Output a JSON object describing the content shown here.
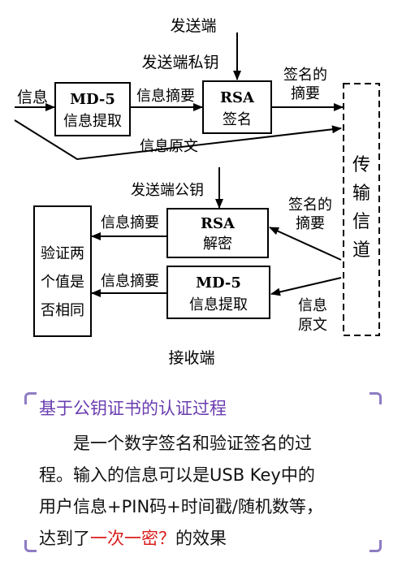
{
  "diagram": {
    "sender_label": "发送端",
    "sender_private_key_label": "发送端私钥",
    "input_label": "信息",
    "md5_top": {
      "line1": "MD-5",
      "line2": "信息提取"
    },
    "digest_label_top": "信息摘要",
    "rsa_sign": {
      "line1": "RSA",
      "line2": "签名"
    },
    "signed_digest_label": {
      "line1": "签名的",
      "line2": "摘要"
    },
    "original_label_top": "信息原文",
    "channel": {
      "chars": [
        "传",
        "输",
        "信",
        "道"
      ]
    },
    "sender_public_key_label": "发送端公钥",
    "rsa_decrypt": {
      "line1": "RSA",
      "line2": "解密"
    },
    "signed_digest_label_right": {
      "line1": "签名的",
      "line2": "摘要"
    },
    "digest_label_mid": "信息摘要",
    "verify_box": {
      "line1": "验证两",
      "line2": "个值是",
      "line3": "否相同"
    },
    "md5_bottom": {
      "line1": "MD-5",
      "line2": "信息提取"
    },
    "digest_label_bottom": "信息摘要",
    "original_label_right": {
      "line1": "信息",
      "line2": "原文"
    },
    "receiver_label": "接收端"
  },
  "caption": {
    "heading": "基于公钥证书的认证过程",
    "line1": "是一个数字签名和验证签名的过",
    "line2": "程。输入的信息可以是USB Key中的",
    "line3": "用户信息+PIN码+时间戳/随机数等，",
    "line4_prefix": "达到了",
    "line4_highlight": "一次一密？",
    "line4_suffix": "的效果"
  },
  "colors": {
    "accent": "#6a3db0",
    "bracket": "#8e7cc3",
    "highlight": "#d91c1c"
  }
}
